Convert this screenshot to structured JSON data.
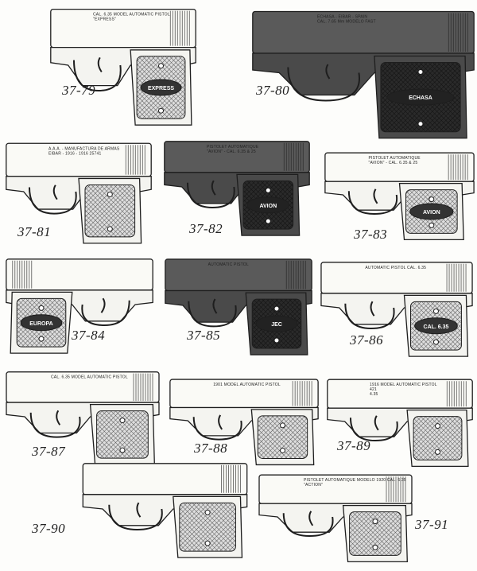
{
  "figures": [
    {
      "id": "37-79",
      "slide_lines": [
        "CAL. 6.35 MODEL AUTOMATIC PISTOL",
        "\"EXPRESS\""
      ],
      "grip_text": "EXPRESS",
      "finish": "light"
    },
    {
      "id": "37-80",
      "slide_lines": [
        "ECHASA - EIBAR - SPAIN",
        "CAL. 7.65 Mm MODELO FAST"
      ],
      "grip_text": "ECHASA",
      "finish": "dark"
    },
    {
      "id": "37-81",
      "slide_lines": [
        "A.A.A. - MANUFACTURA DE ARMAS",
        "EIBAR - 1916 - 1916 25741"
      ],
      "grip_text": "",
      "finish": "light"
    },
    {
      "id": "37-82",
      "slide_lines": [
        "PISTOLET AUTOMATIQUE",
        "\"AVION\" - CAL. 6.35 & 25"
      ],
      "grip_text": "AVION",
      "finish": "dark"
    },
    {
      "id": "37-83",
      "slide_lines": [
        "PISTOLET AUTOMATIQUE",
        "\"AVION\" - CAL. 6.35 & 25"
      ],
      "grip_text": "AVION",
      "finish": "light"
    },
    {
      "id": "37-84",
      "slide_lines": [],
      "grip_text": "EUROPA",
      "finish": "light"
    },
    {
      "id": "37-85",
      "slide_lines": [
        "AUTOMATIC PISTOL"
      ],
      "grip_text": "JEC",
      "finish": "dark"
    },
    {
      "id": "37-86",
      "slide_lines": [
        "AUTOMATIC PISTOL CAL. 6.35"
      ],
      "grip_text": "CAL. 6.35",
      "finish": "light"
    },
    {
      "id": "37-87",
      "slide_lines": [
        "CAL. 6.35 MODEL AUTOMATIC PISTOL"
      ],
      "grip_text": "",
      "finish": "light"
    },
    {
      "id": "37-88",
      "slide_lines": [
        "1901 MODEL AUTOMATIC PISTOL"
      ],
      "grip_text": "",
      "finish": "light"
    },
    {
      "id": "37-89",
      "slide_lines": [
        "1916 MODEL AUTOMATIC PISTOL",
        "421",
        "4.35"
      ],
      "grip_text": "",
      "finish": "light"
    },
    {
      "id": "37-90",
      "slide_lines": [],
      "grip_text": "",
      "finish": "light"
    },
    {
      "id": "37-91",
      "slide_lines": [
        "PISTOLET AUTOMATIQUE MODELO 1920 CAL. 6.35",
        "\"ACTION\""
      ],
      "grip_text": "",
      "finish": "light"
    }
  ]
}
